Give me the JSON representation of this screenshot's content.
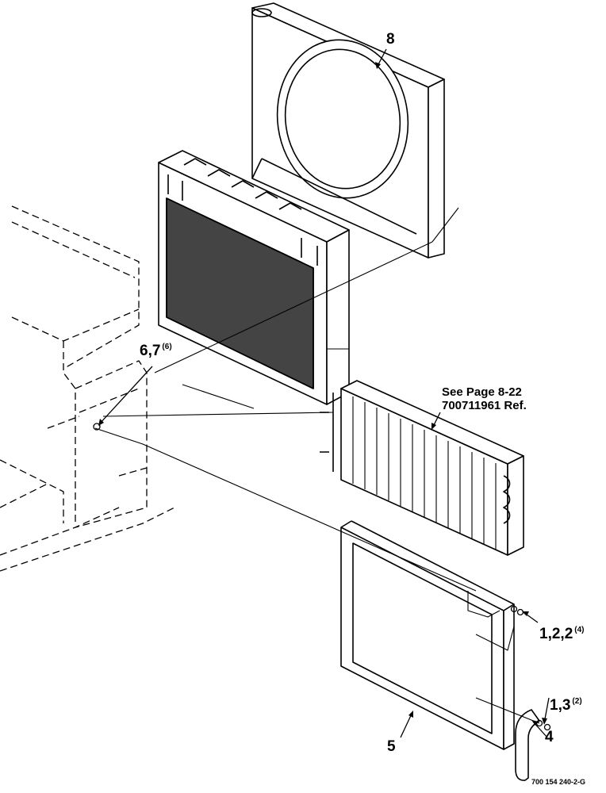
{
  "callouts": {
    "fan_shroud": "8",
    "bolt_set_1": "6,7",
    "bolt_set_1_qty": "(6)",
    "ref_line1": "See Page 8-22",
    "ref_line2": "700711961 Ref.",
    "bolt_set_2": "1,2,2",
    "bolt_set_2_qty": "(4)",
    "bolt_set_3": "1,3",
    "bolt_set_3_qty": "(2)",
    "bracket": "4",
    "frame": "5"
  },
  "figure_number": "700 154 240-2-G"
}
